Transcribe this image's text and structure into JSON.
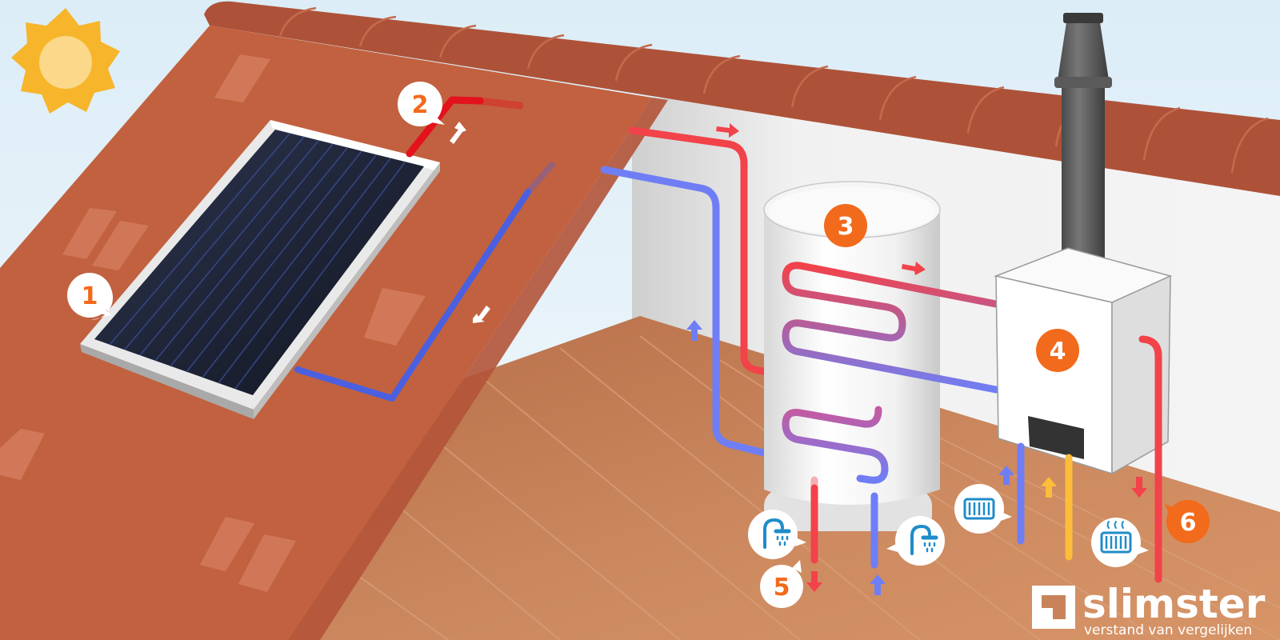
{
  "labels": {
    "n1": "1",
    "n2": "2",
    "n3": "3",
    "n4": "4",
    "n5": "5",
    "n6": "6"
  },
  "brand": {
    "name": "slimster",
    "tagline": "verstand van vergelijken"
  },
  "icons": {
    "sun": "sun-icon",
    "shower_hot": "shower-icon",
    "shower_cold": "shower-icon",
    "radiator": "radiator-icon",
    "radiator_hot": "heated-radiator-icon",
    "logo": "slimster-logo-icon"
  },
  "colors": {
    "hot_pipe": "#f2424a",
    "cold_pipe": "#6f7ef5",
    "gas_pipe": "#fbbd3a",
    "label_number": "#f26a1b",
    "roof": "#c2613f",
    "roof_ridge": "#ad5238",
    "floor": "#c9835a",
    "wall": "#f2f2f2",
    "panel": "#1c2230",
    "sun": "#f7b52b",
    "icon_blue": "#1f8cc9"
  }
}
